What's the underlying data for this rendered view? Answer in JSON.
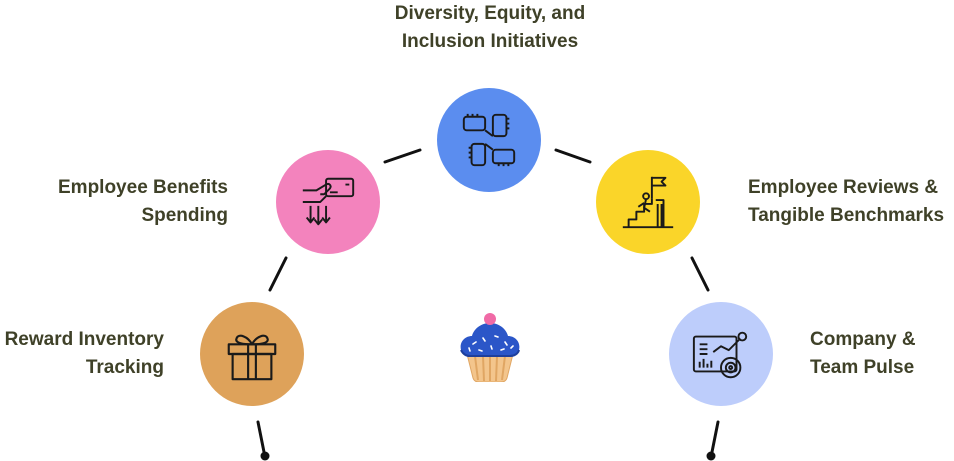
{
  "diagram": {
    "center_icon": "cupcake-icon",
    "nodes": [
      {
        "id": "diversity",
        "label_line1": "Diversity, Equity, and",
        "label_line2": "Inclusion Initiatives",
        "icon": "hands-joined-icon",
        "color": "#5b8def"
      },
      {
        "id": "benefits",
        "label_line1": "Employee Benefits",
        "label_line2": "Spending",
        "icon": "card-payment-icon",
        "color": "#f383bd"
      },
      {
        "id": "reviews",
        "label_line1": "Employee Reviews &",
        "label_line2": "Tangible Benchmarks",
        "icon": "climb-to-flag-icon",
        "color": "#fad529"
      },
      {
        "id": "reward",
        "label_line1": "Reward Inventory",
        "label_line2": "Tracking",
        "icon": "gift-icon",
        "color": "#dea25a"
      },
      {
        "id": "pulse",
        "label_line1": "Company &",
        "label_line2": "Team Pulse",
        "icon": "analytics-board-icon",
        "color": "#bdcdfb"
      }
    ]
  }
}
